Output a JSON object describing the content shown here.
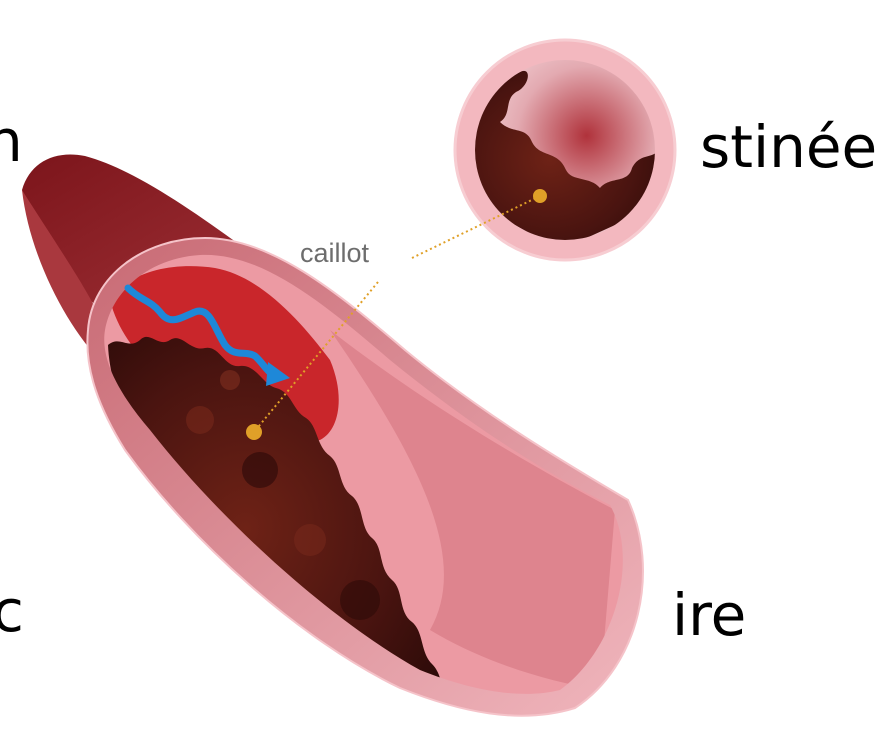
{
  "slide": {
    "text_fragments": [
      "n",
      "stinée",
      "c",
      "ire"
    ]
  },
  "diagram": {
    "label": "caillot",
    "colors": {
      "vessel_outer": "#8f1f24",
      "vessel_wall": "#f2b3bb",
      "vessel_inner": "#e08a94",
      "blood": "#c9262b",
      "clot": "#4a1410",
      "flow_arrow": "#1e88d8",
      "leader": "#e0a028"
    }
  }
}
